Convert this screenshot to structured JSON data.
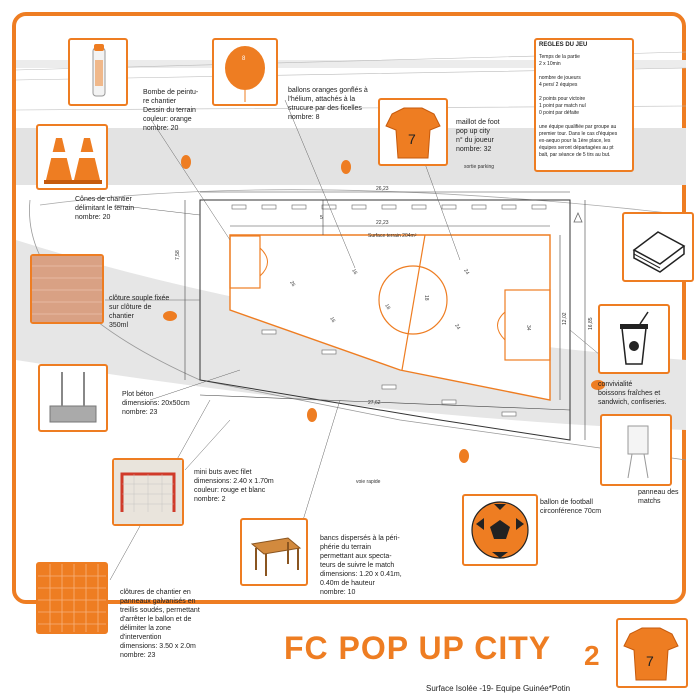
{
  "title": "FC POP UP CITY",
  "page_number": "2",
  "footer": "Surface Isolée -19- Equipe Guinée*Potin",
  "colors": {
    "accent": "#ee7d22",
    "line": "#444444",
    "road": "#dcdcdc"
  },
  "plan": {
    "surface_label": "Surface terrain 204m²",
    "sortie_parking": "sortie parking",
    "voie_rapide": "voie rapide",
    "dimensions": {
      "top_total": "26,23",
      "top_inner": "22,23",
      "left_height": "7,58",
      "right_inner": "12,02",
      "right_outer": "16,85",
      "bottom": "27,62",
      "gap": "5"
    },
    "pitch_numbers": [
      "26",
      "16",
      "24",
      "18",
      "34",
      "16",
      "18",
      "24"
    ]
  },
  "callouts": {
    "paint": "Bombe de peintu-\nre chantier\nDessin du terrain\ncouleur: orange\nnombre: 20",
    "balloons": "ballons oranges gonflés à\nl'hélium, attachés à la\nstrucure par des ficelles\nnombre: 8",
    "jersey": "maillot de foot\npop up city\nn° du joueur\nnombre: 32",
    "cones": "Cônes de chantier\ndélimitant le terrain\nnombre: 20",
    "fence": "clôture souple fixée\nsur clôture de\nchantier\n350ml",
    "plot": "Plot béton\ndimensions: 20x50cm\nnombre: 23",
    "goals": "mini buts avec filet\ndimensions: 2.40 x 1.70m\ncouleur: rouge et blanc\nnombre: 2",
    "benches": "bancs dispersés à la péri-\nphérie du terrain\npermettant aux specta-\nteurs de suivre le match\ndimensions: 1.20 x 0.41m,\n0.40m de hauteur\nnombre: 10",
    "panels": "clôtures de chantier en\npanneaux galvanisés en\ntreillis soudés, permettant\nd'arrêter le ballon et de\ndélimiter la zone\nd'intervention\ndimensions: 3.50 x 2.0m\nnombre: 23",
    "snacks": "convivialité\nboissons fraîches et\nsandwich, confiseries.",
    "board": "panneau des\nmatchs",
    "ball": "ballon de football\ncirconférence 70cm"
  },
  "rules": {
    "title": "REGLES DU JEU",
    "body": "Temps de la partie\n2 x 10min\n\nnombre de joueurs\n4 pers/ 2 équipes\n\n2 points pour victoire\n1 point par match nul\n0 point par défaite\n\nune équipe qualifiée par groupe au\npremier tour. Dans le cas d'équipes\nex-aequo pour la 1ère place, les\néquipes seront départagées au pt\nbalt, par séance de 5 tirs au but."
  },
  "icons": [
    "paint-spray-icon",
    "balloon-icon",
    "jersey-icon",
    "cone-icon",
    "fence-icon",
    "concrete-plot-icon",
    "goal-icon",
    "bench-icon",
    "site-panel-icon",
    "sandwich-icon",
    "drink-cup-icon",
    "board-icon",
    "football-icon"
  ],
  "jersey_number": "7",
  "balloon_mark": "8"
}
